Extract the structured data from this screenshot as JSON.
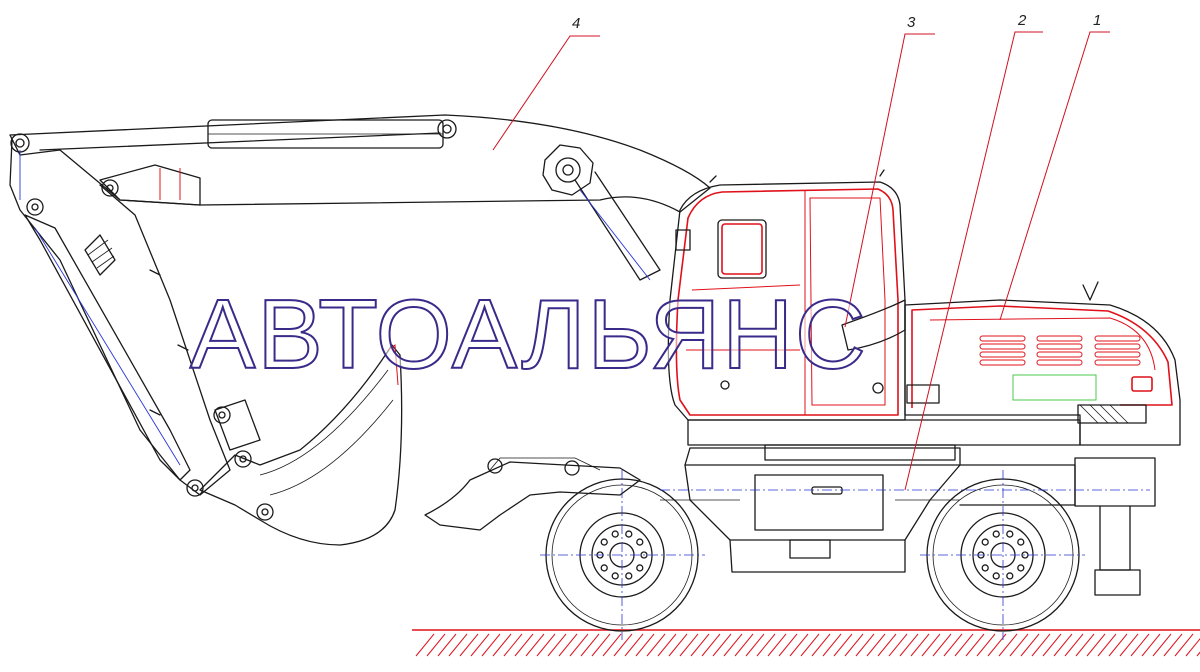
{
  "callouts": [
    {
      "number": "1",
      "target": "engine-hood"
    },
    {
      "number": "2",
      "target": "chassis-frame"
    },
    {
      "number": "3",
      "target": "operator-cab"
    },
    {
      "number": "4",
      "target": "boom"
    }
  ],
  "watermark": "АВТОАЛЬЯНС",
  "colors": {
    "outline": "#1a1a1a",
    "highlight": "#e0101a",
    "centerline": "#2a36d8",
    "marker": "#48c848",
    "watermark_stroke": "#3a2a8a"
  }
}
